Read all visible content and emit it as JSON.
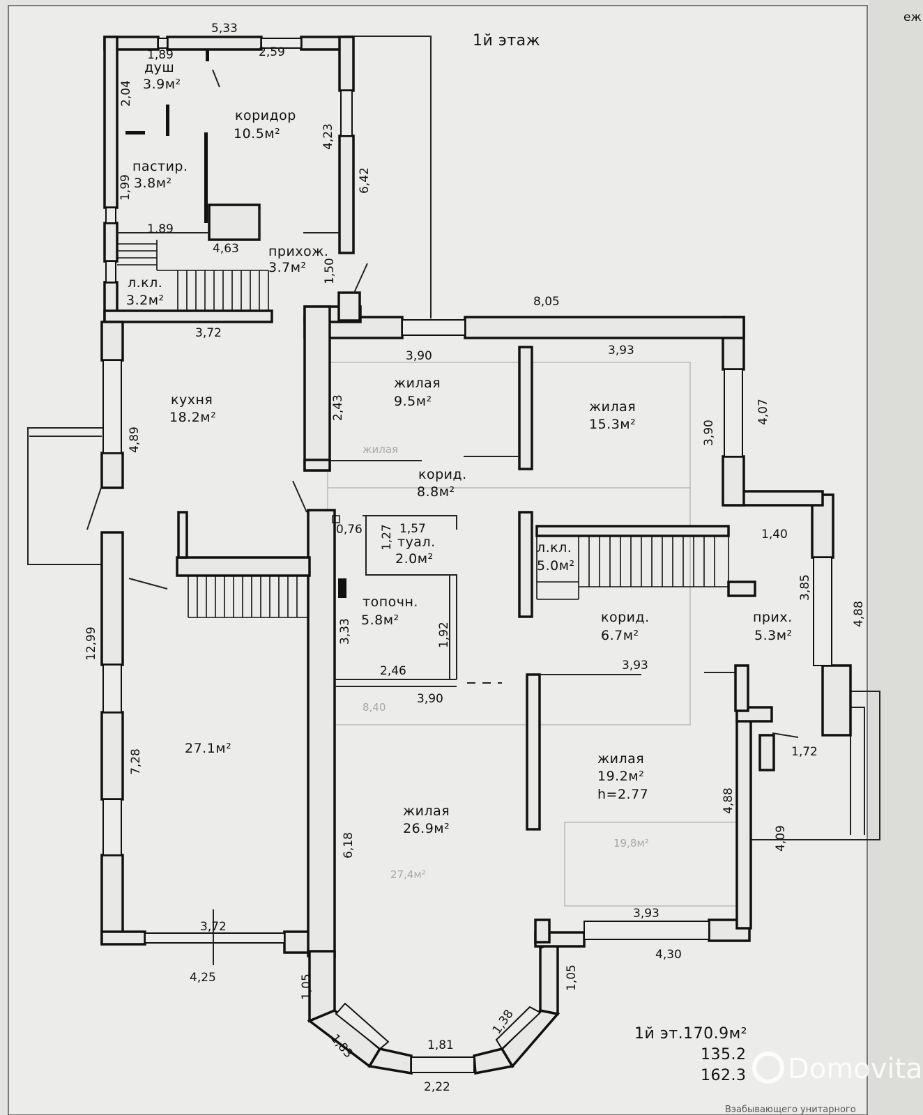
{
  "title": "1й этаж",
  "rooms": {
    "shower": {
      "name": "душ",
      "area": "3.9м²"
    },
    "corridor1": {
      "name": "коридор",
      "area": "10.5м²"
    },
    "pantry": {
      "name": "пастир.",
      "area": "3.8м²"
    },
    "hall1": {
      "name": "прихож.",
      "area": "3.7м²"
    },
    "stairs1": {
      "name": "л.кл.",
      "area": "3.2м²"
    },
    "kitchen": {
      "name": "кухня",
      "area": "18.2м²"
    },
    "room95": {
      "name": "жилая",
      "area": "9.5м²"
    },
    "room153": {
      "name": "жилая",
      "area": "15.3м²"
    },
    "corridor2": {
      "name": "корид.",
      "area": "8.8м²"
    },
    "toilet": {
      "name": "туал.",
      "area": "2.0м²"
    },
    "stairs2": {
      "name": "л.кл.",
      "area": "5.0м²"
    },
    "boiler": {
      "name": "топочн.",
      "area": "5.8м²"
    },
    "corridor3": {
      "name": "корид.",
      "area": "6.7м²"
    },
    "hall2": {
      "name": "прих.",
      "area": "5.3м²"
    },
    "bigroom": {
      "area": "27.1м²"
    },
    "room192": {
      "name": "жилая",
      "area": "19.2м²",
      "height": "h=2.77"
    },
    "room269": {
      "name": "жилая",
      "area": "26.9м²"
    }
  },
  "dims": {
    "d533": "5,33",
    "d189a": "1,89",
    "d259": "2,59",
    "d204": "2,04",
    "d423": "4,23",
    "d642": "6,42",
    "d199": "1,99",
    "d189b": "1.89",
    "d463": "4,63",
    "d150": "1,50",
    "d372a": "3,72",
    "d805": "8,05",
    "d390a": "3,90",
    "d393a": "3,93",
    "d243": "2,43",
    "d407": "4,07",
    "d390b": "3,90",
    "d489": "4,89",
    "d076": "0,76",
    "d157": "1,57",
    "d127": "1,27",
    "d140": "1,40",
    "d385": "3,85",
    "d488a": "4,88",
    "d1299": "12,99",
    "d333": "3,33",
    "d192": "1,92",
    "d246": "2,46",
    "d393b": "3,93",
    "d390c": "3,90",
    "d172": "1,72",
    "d728": "7,28",
    "d618": "6,18",
    "d488b": "4,88",
    "d409": "4,09",
    "d393c": "3,93",
    "d372b": "3,72",
    "d430": "4,30",
    "d425": "4,25",
    "d105a": "1,05",
    "d105b": "1,05",
    "d138": "1,38",
    "d183": "1,83",
    "d181": "1,81",
    "d222": "2,22"
  },
  "totals": {
    "label": "1й эт.170.9м²",
    "v2": "135.2",
    "v3": "162.3"
  },
  "watermark": "Domovita",
  "edge_text": "eж",
  "bottom_text": "Вэабывающего унитарного"
}
